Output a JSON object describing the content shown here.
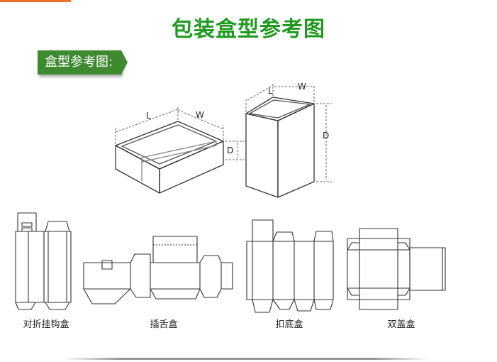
{
  "title": "包装盒型参考图",
  "badge": "盒型参考图:",
  "dimensions": {
    "length": "L",
    "width": "W",
    "depth": "D"
  },
  "captions": [
    "对折挂钩盒",
    "插舌盒",
    "扣底盒",
    "双盖盒"
  ]
}
